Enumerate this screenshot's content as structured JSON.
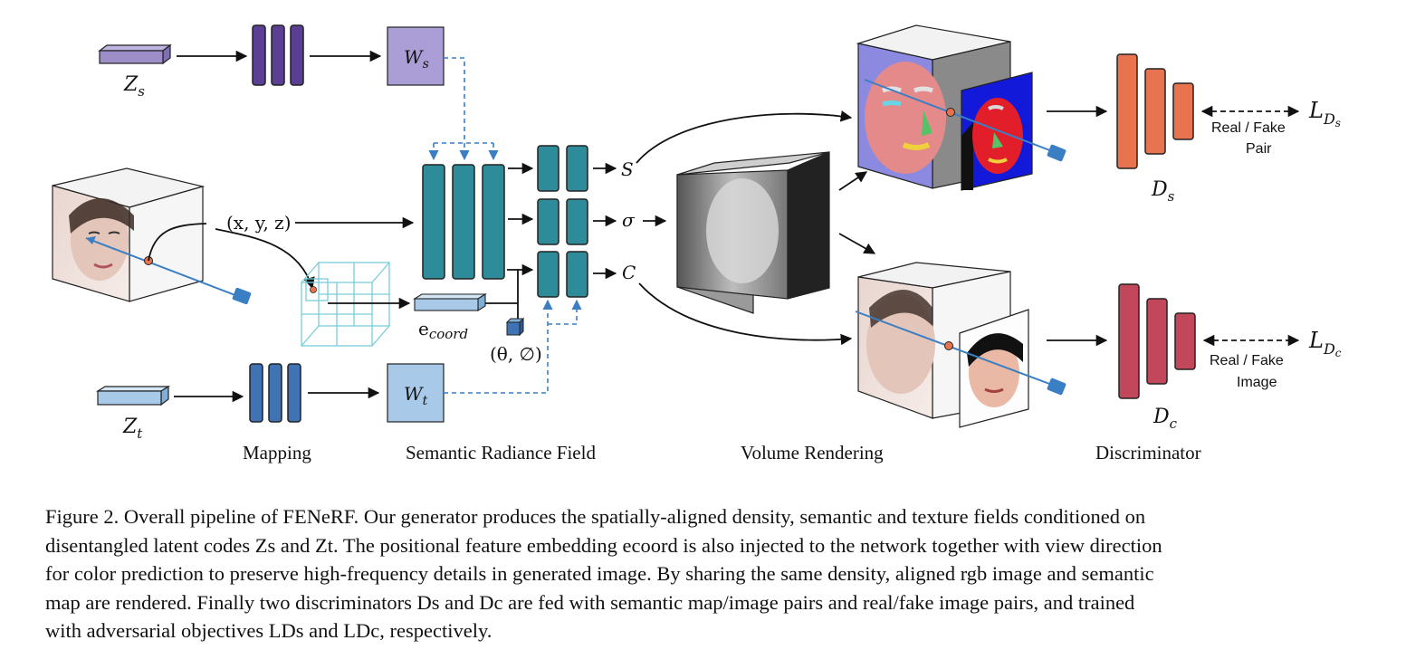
{
  "sections": {
    "mapping": "Mapping",
    "srf": "Semantic Radiance Field",
    "volume": "Volume Rendering",
    "discriminator": "Discriminator"
  },
  "symbols": {
    "zs": "Z",
    "zs_sub": "s",
    "zt": "Z",
    "zt_sub": "t",
    "ws": "W",
    "ws_sub": "s",
    "wt": "W",
    "wt_sub": "t",
    "xyz": "(x, y, z)",
    "ecoord": "e",
    "ecoord_sub": "coord",
    "theta_phi": "(θ, ∅)",
    "out_s": "S",
    "out_sigma": "σ",
    "out_c": "C",
    "ds": "D",
    "ds_sub": "s",
    "dc": "D",
    "dc_sub": "c",
    "lds": "L",
    "lds_sub": "D",
    "lds_subsub": "s",
    "ldc": "L",
    "ldc_sub": "D",
    "ldc_subsub": "c"
  },
  "pair_labels": {
    "top_line1": "Real / Fake",
    "top_line2": "Pair",
    "bottom_line1": "Real / Fake",
    "bottom_line2": "Image"
  },
  "caption": {
    "lines": [
      "Figure 2. Overall pipeline of FENeRF. Our generator produces the spatially-aligned density, semantic and texture fields conditioned on",
      "disentangled latent codes Zs and Zt. The positional feature embedding ecoord is also injected to the network together with view direction",
      "for color prediction to preserve high-frequency details in generated image. By sharing the same density, aligned rgb image and semantic",
      "map are rendered. Finally two discriminators Ds and Dc are fed with semantic map/image pairs and real/fake image pairs, and trained",
      "with adversarial objectives LDs and LDc, respectively."
    ]
  },
  "colors": {
    "purple": "#9d8ec9",
    "purple_dark": "#5a3f94",
    "blue_dark": "#3f73b3",
    "blue_light": "#a9c9e8",
    "teal": "#2e8b9a",
    "orange": "#e8734f",
    "crimson": "#c2475a",
    "arrow_blue": "#3a7fc4"
  }
}
